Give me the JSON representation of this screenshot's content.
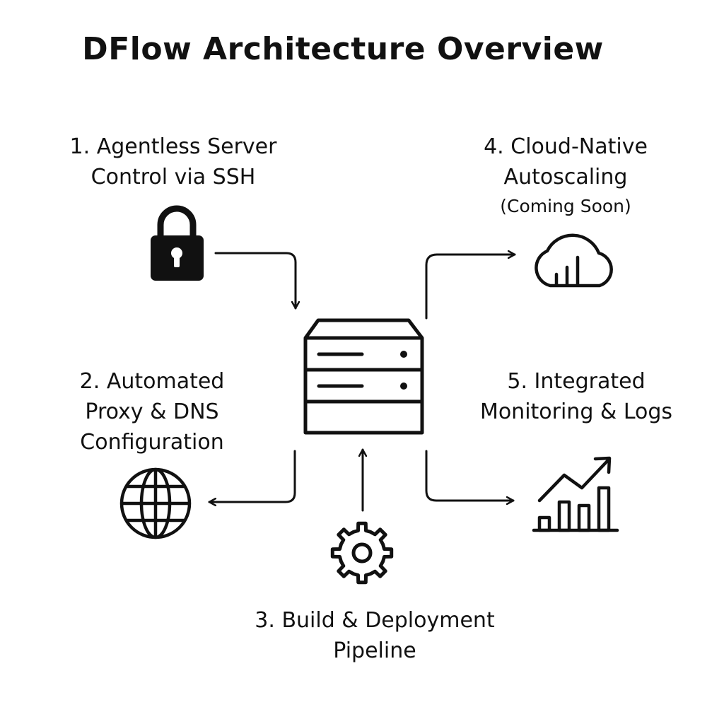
{
  "title": "DFlow Architecture Overview",
  "components": {
    "ssh": {
      "number": "1.",
      "line1": "Agentless Server",
      "line2": "Control via SSH",
      "icon": "lock-icon"
    },
    "proxy": {
      "number": "2.",
      "line1": "Automated",
      "line2": "Proxy & DNS",
      "line3": "Configuration",
      "icon": "globe-icon"
    },
    "pipeline": {
      "number": "3.",
      "line1": "Build & Deployment",
      "line2": "Pipeline",
      "icon": "gear-icon"
    },
    "autoscaling": {
      "number": "4.",
      "line1": "Cloud-Native",
      "line2": "Autoscaling",
      "note": "(Coming Soon)",
      "icon": "cloud-chart-icon"
    },
    "monitoring": {
      "number": "5.",
      "line1": "Integrated",
      "line2": "Monitoring & Logs",
      "icon": "growth-chart-icon"
    }
  },
  "center": {
    "icon": "server-icon"
  },
  "colors": {
    "stroke": "#111111",
    "background": "#ffffff"
  }
}
